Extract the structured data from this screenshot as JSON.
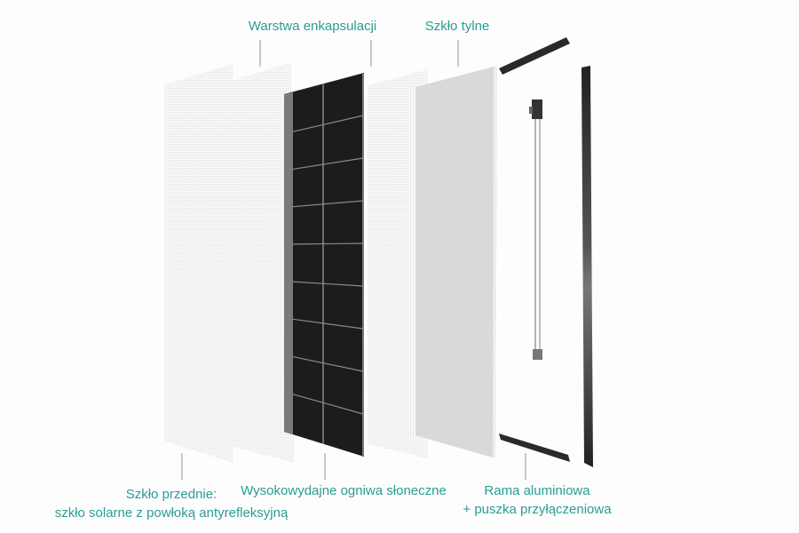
{
  "labels": {
    "encapsulation": "Warstwa enkapsulacji",
    "back_glass": "Szkło tylne",
    "front_glass_title": "Szkło przednie:",
    "front_glass_desc": "szkło solarne z powłoką antyrefleksyjną",
    "cells": "Wysokowydajne ogniwa słoneczne",
    "frame_title": "Rama aluminiowa",
    "frame_desc": "+ puszka przyłączeniowa"
  },
  "colors": {
    "label": "#2a9d94",
    "leader": "#c8c8c8",
    "cells": "#1c1c1c",
    "back_glass": "#d9d9d9",
    "frame": "#2a2a2a"
  }
}
